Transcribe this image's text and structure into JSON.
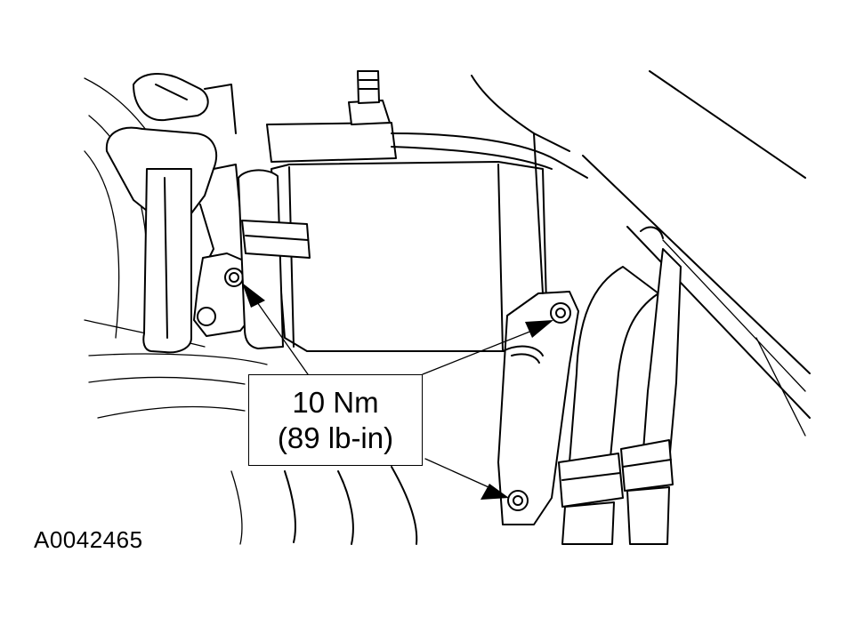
{
  "callout": {
    "torque_metric": "10 Nm",
    "torque_imperial": "(89 lb-in)"
  },
  "figure_id": "A0042465"
}
